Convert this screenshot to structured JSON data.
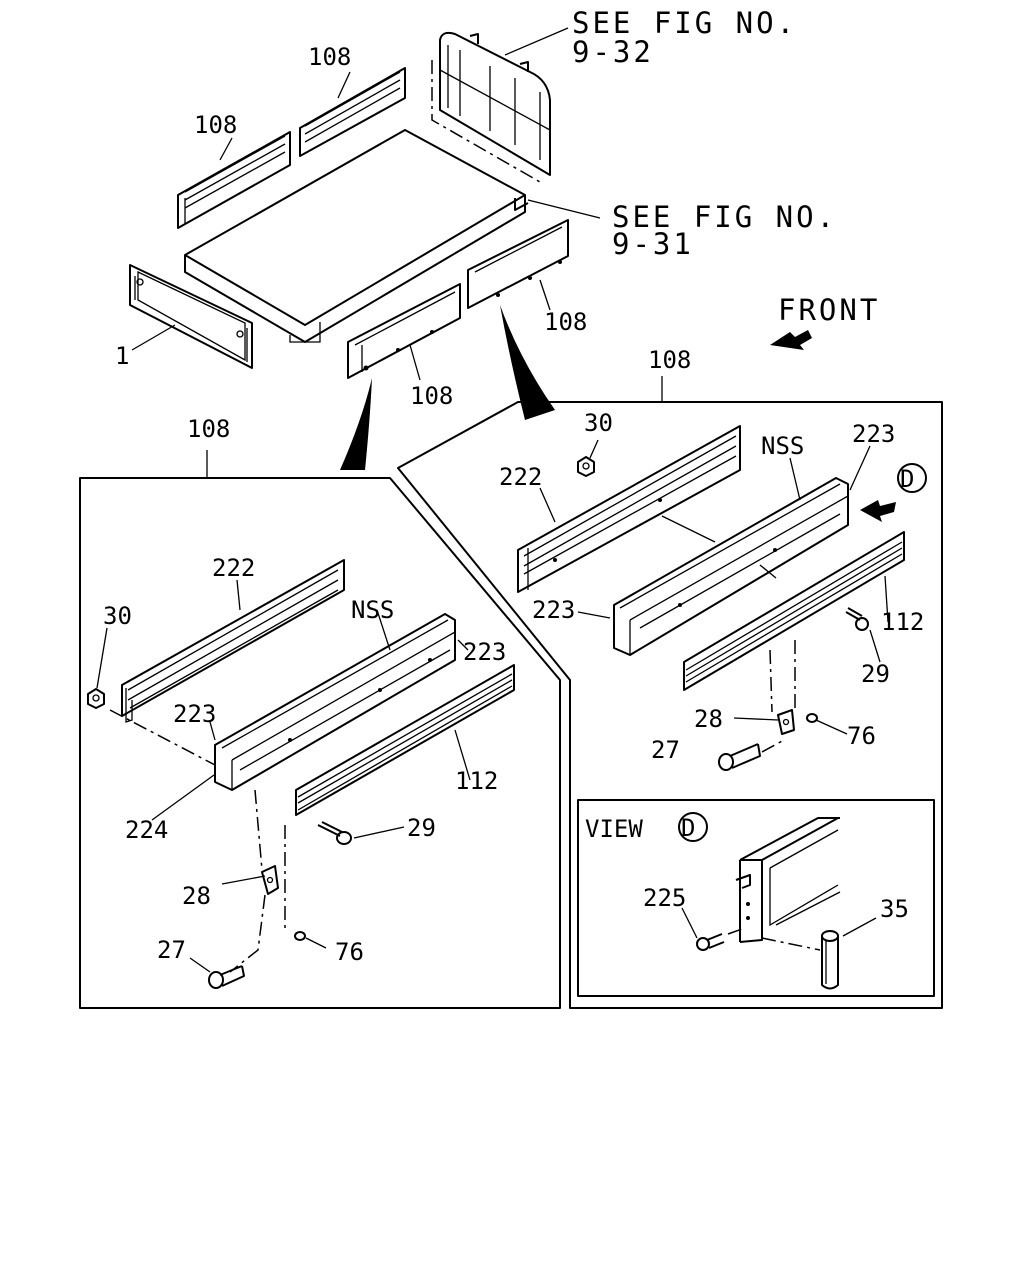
{
  "references": [
    {
      "line1": "SEE FIG NO.",
      "line2": "9-32"
    },
    {
      "line1": "SEE FIG NO.",
      "line2": "9-31"
    }
  ],
  "front_label": "FRONT",
  "overview_labels": {
    "gate_top_left": "108",
    "gate_top_right": "108",
    "gate_bottom_left": "108",
    "gate_bottom_right": "108",
    "tail_gate": "1"
  },
  "left_detail": {
    "title": "108",
    "labels": {
      "rail": "222",
      "nut": "30",
      "panel": "NSS",
      "hook_right": "223",
      "hook_left": "223",
      "plate": "224",
      "trim": "112",
      "bolt": "29",
      "bracket": "28",
      "washer": "76",
      "pin": "27"
    }
  },
  "right_detail": {
    "title": "108",
    "labels": {
      "nut": "30",
      "rail": "222",
      "panel": "NSS",
      "hook_top": "223",
      "hook_left": "223",
      "trim": "112",
      "bolt": "29",
      "bracket": "28",
      "washer": "76",
      "pin": "27"
    },
    "view_marker": "D"
  },
  "view_d": {
    "title": "VIEW",
    "marker": "D",
    "labels": {
      "screw": "225",
      "hinge": "35"
    }
  }
}
